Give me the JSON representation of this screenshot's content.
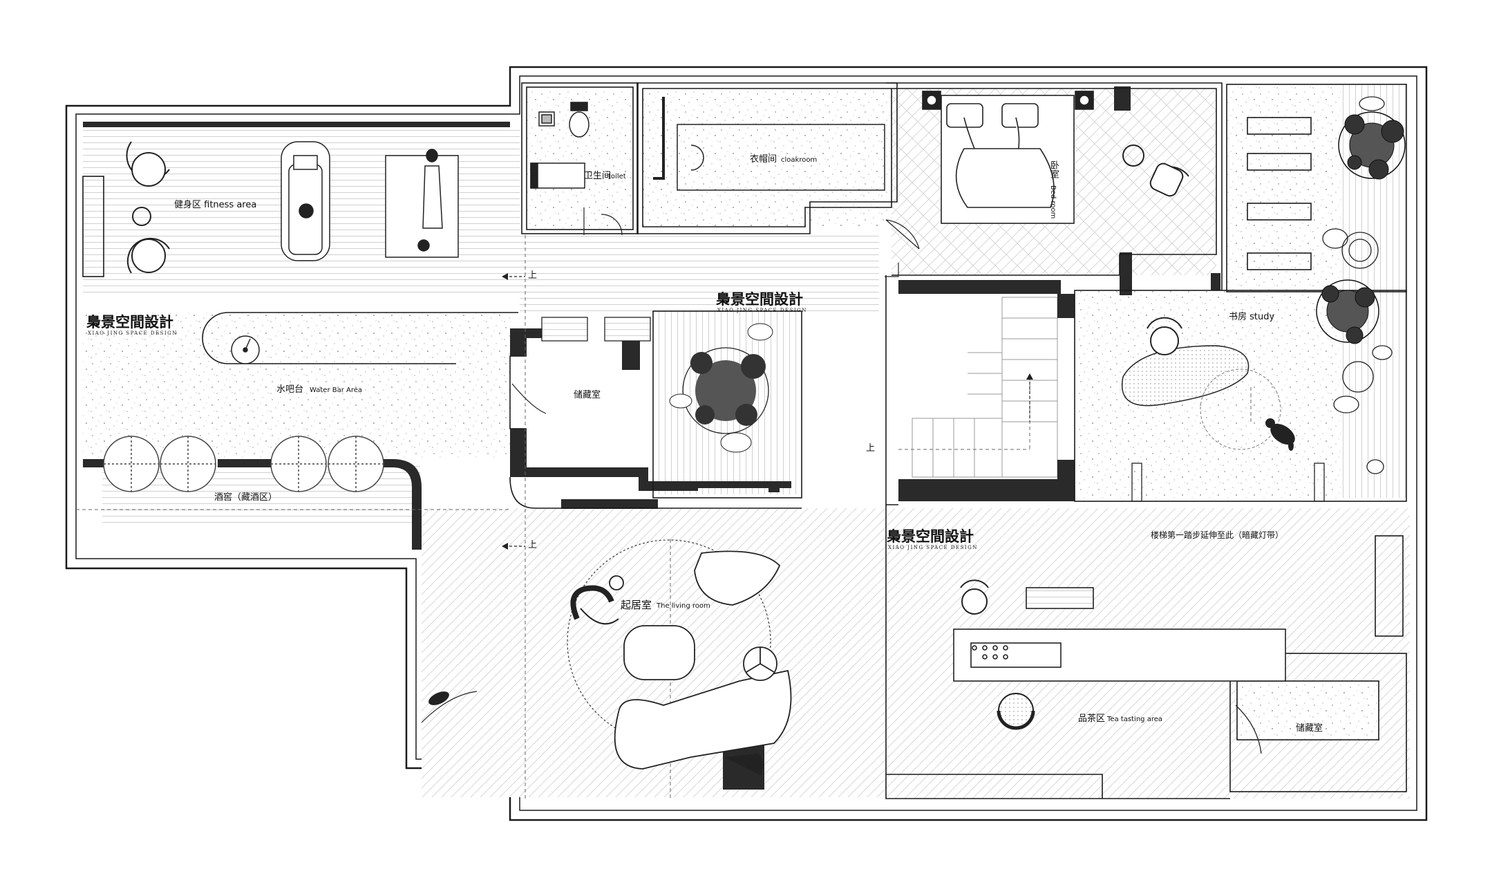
{
  "brand": {
    "name": "梟景空間設計",
    "subtitle": "XIAO JING SPACE DESIGN"
  },
  "rooms": {
    "fitness": "健身区  fitness area",
    "toilet_cn": "卫生间",
    "toilet_en": "toilet",
    "cloakroom_cn": "衣帽间",
    "cloakroom_en": "cloakroom",
    "bedroom_cn": "卧室",
    "bedroom_en": "Bed room",
    "study": "书房 study",
    "water_bar_cn": "水吧台",
    "water_bar_en": "Water Bar Area",
    "storage": "储藏室",
    "wine_cellar": "酒窖（藏酒区）",
    "living_cn": "起居室",
    "living_en": "The living room",
    "tea_cn": "品茶区",
    "tea_en": "Tea tasting area",
    "storage_2": "储藏室"
  },
  "annotations": {
    "stair_note": "楼梯第一踏步延伸至此（暗藏灯带）",
    "up_1": "上",
    "up_2": "上",
    "up_3": "上"
  },
  "colors": {
    "wall": "#2a2a2a",
    "line": "#222222",
    "background": "#ffffff"
  }
}
